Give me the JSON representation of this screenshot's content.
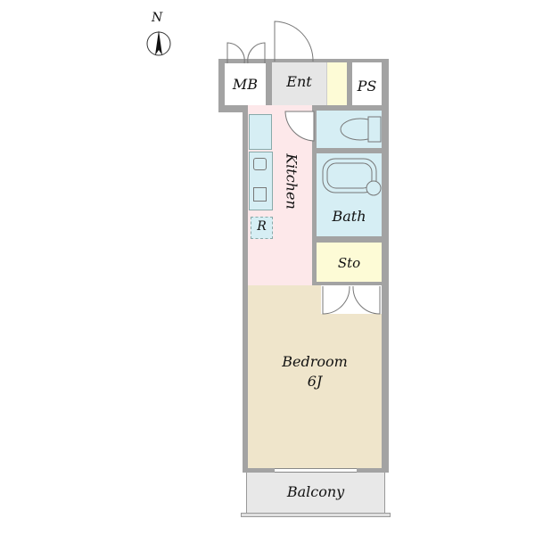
{
  "compass": {
    "label": "N"
  },
  "rooms": {
    "mb": "MB",
    "ent": "Ent",
    "ps": "PS",
    "kitchen": "Kitchen",
    "bath": "Bath",
    "sto": "Sto",
    "bedroom": "Bedroom",
    "bedroom_size": "6J",
    "balcony": "Balcony",
    "fridge": "R"
  },
  "colors": {
    "wall": "#a3a3a3",
    "kitchen": "#fde8ea",
    "wet": "#d6eef4",
    "storage": "#fdfbd6",
    "bedroom": "#efe5cb",
    "entrance": "#e6e6e6"
  }
}
